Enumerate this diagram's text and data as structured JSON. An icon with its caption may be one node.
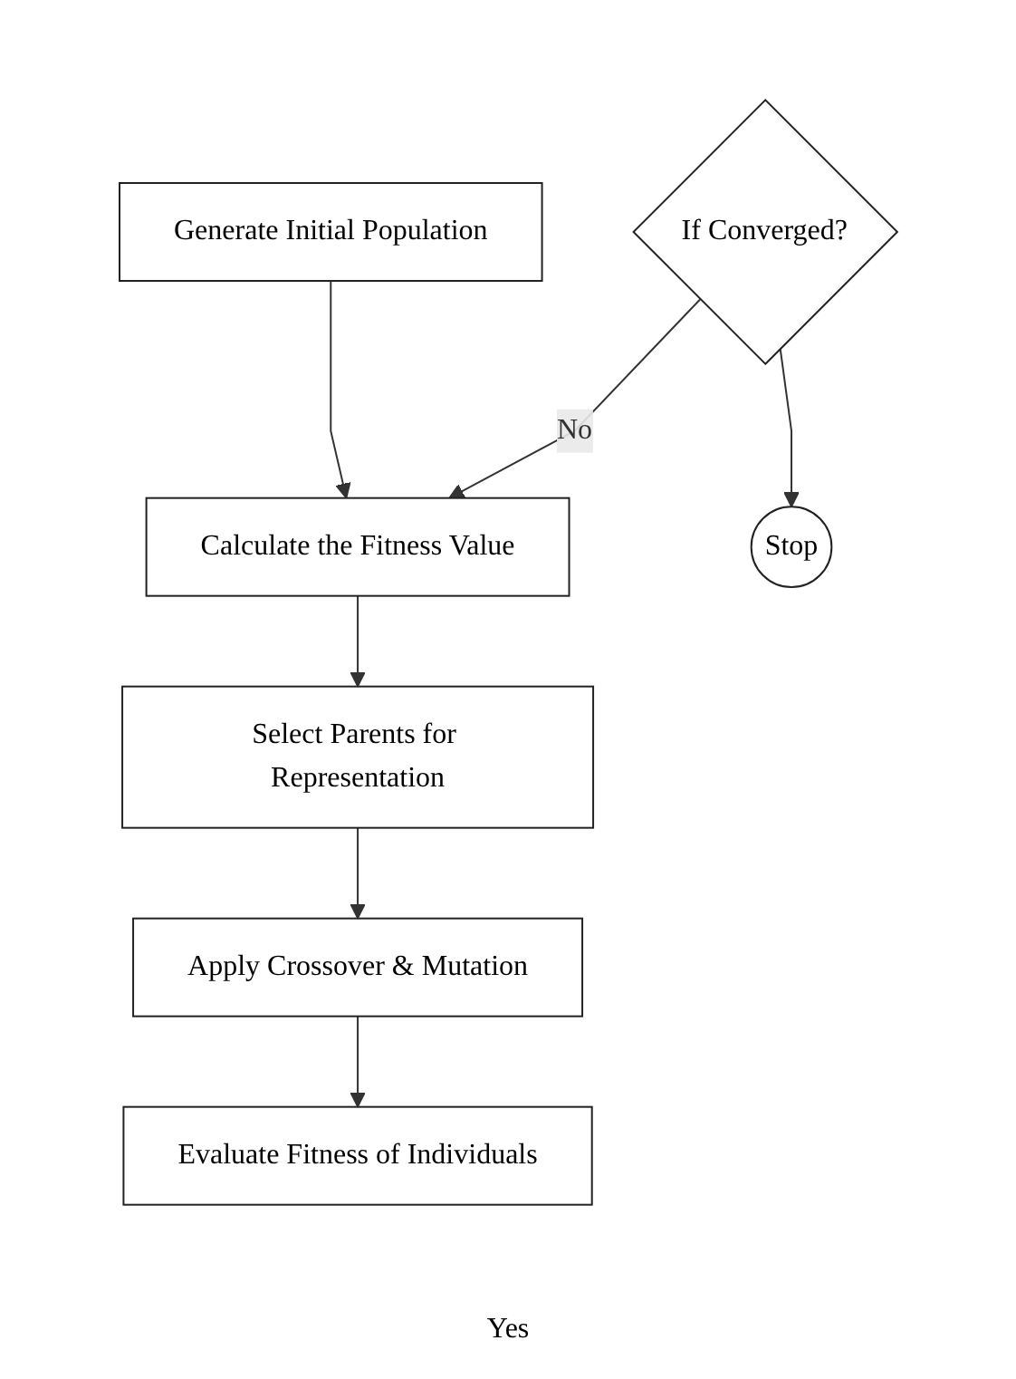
{
  "diagram": {
    "nodes": [
      {
        "text": [
          "Generate Initial Population"
        ]
      },
      {
        "text": [
          "Calculate the Fitness Value"
        ]
      },
      {
        "text": [
          "Select Parents for Representation"
        ]
      },
      {
        "text": [
          "Apply Crossover & Mutation"
        ]
      },
      {
        "text": [
          "Evaluate Fitness of Individuals"
        ]
      },
      {
        "text": [
          "If Converged?"
        ]
      },
      {
        "text": [
          "Stop"
        ]
      }
    ],
    "edges": [
      {
        "from": 0,
        "to": 1,
        "arrow": "to"
      },
      {
        "from": 1,
        "to": 2,
        "arrow": "to"
      },
      {
        "from": 2,
        "to": 3,
        "arrow": "to"
      },
      {
        "from": 3,
        "to": 4,
        "arrow": "to"
      },
      {
        "from": 5,
        "to": 6,
        "arrow": "to"
      },
      {
        "from": 5,
        "to": 1,
        "arrow": "to",
        "label": "No"
      }
    ],
    "labels": [
      "Yes"
    ]
  }
}
